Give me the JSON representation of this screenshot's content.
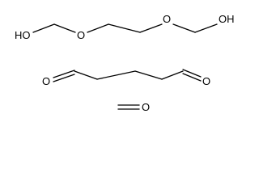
{
  "molecules": [
    {
      "id": "bis-hydroxymethoxy-ethane",
      "labels": {
        "ho_left": "HO",
        "o_mid_left": "O",
        "o_mid_right": "O",
        "oh_right": "OH"
      }
    },
    {
      "id": "glutaraldehyde",
      "labels": {
        "o_left": "O",
        "o_right": "O"
      }
    },
    {
      "id": "formaldehyde",
      "labels": {
        "o": "O"
      }
    }
  ]
}
